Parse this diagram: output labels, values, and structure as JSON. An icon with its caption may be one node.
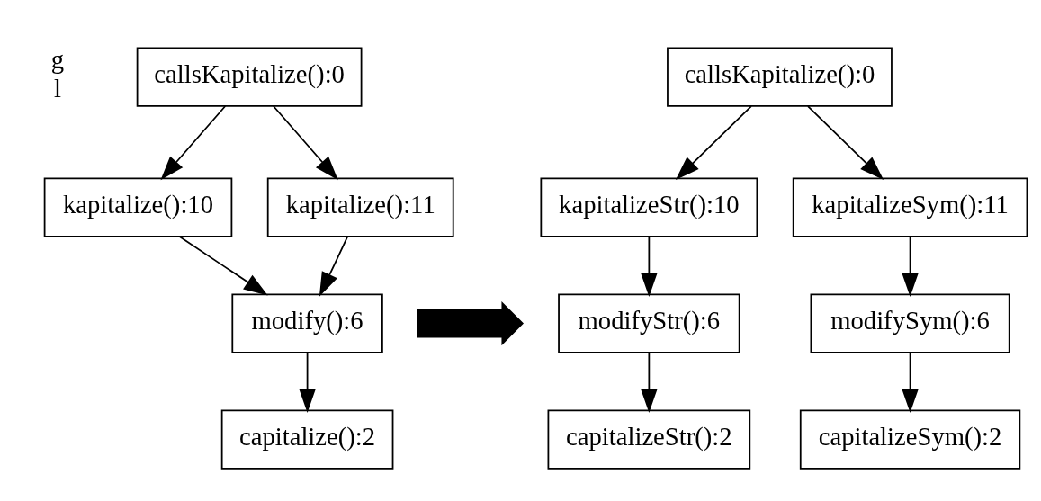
{
  "diagram": {
    "nodes": [
      {
        "text": [
          "callsKapitalize():0"
        ]
      },
      {
        "text": [
          "kapitalize():10"
        ]
      },
      {
        "text": [
          "kapitalize():11"
        ]
      },
      {
        "text": [
          "modify():6"
        ]
      },
      {
        "text": [
          "capitalize():2"
        ]
      },
      {
        "text": [
          "callsKapitalize():0"
        ]
      },
      {
        "text": [
          "kapitalizeStr():10"
        ]
      },
      {
        "text": [
          "kapitalizeSym():11"
        ]
      },
      {
        "text": [
          "modifyStr():6"
        ]
      },
      {
        "text": [
          "modifySym():6"
        ]
      },
      {
        "text": [
          "capitalizeStr():2"
        ]
      },
      {
        "text": [
          "capitalizeSym():2"
        ]
      },
      {
        "text": [],
        "shape": "arrow"
      }
    ],
    "edges": [
      {
        "from": 0,
        "to": 1,
        "arrow": "to"
      },
      {
        "from": 0,
        "to": 2,
        "arrow": "to"
      },
      {
        "from": 1,
        "to": 3,
        "arrow": "to"
      },
      {
        "from": 2,
        "to": 3,
        "arrow": "to"
      },
      {
        "from": 3,
        "to": 4,
        "arrow": "to"
      },
      {
        "from": 5,
        "to": 6,
        "arrow": "to"
      },
      {
        "from": 5,
        "to": 7,
        "arrow": "to"
      },
      {
        "from": 6,
        "to": 8,
        "arrow": "to"
      },
      {
        "from": 7,
        "to": 9,
        "arrow": "to"
      },
      {
        "from": 8,
        "to": 10,
        "arrow": "to"
      },
      {
        "from": 9,
        "to": 11,
        "arrow": "to"
      }
    ],
    "labels": [
      "g",
      "l"
    ]
  }
}
